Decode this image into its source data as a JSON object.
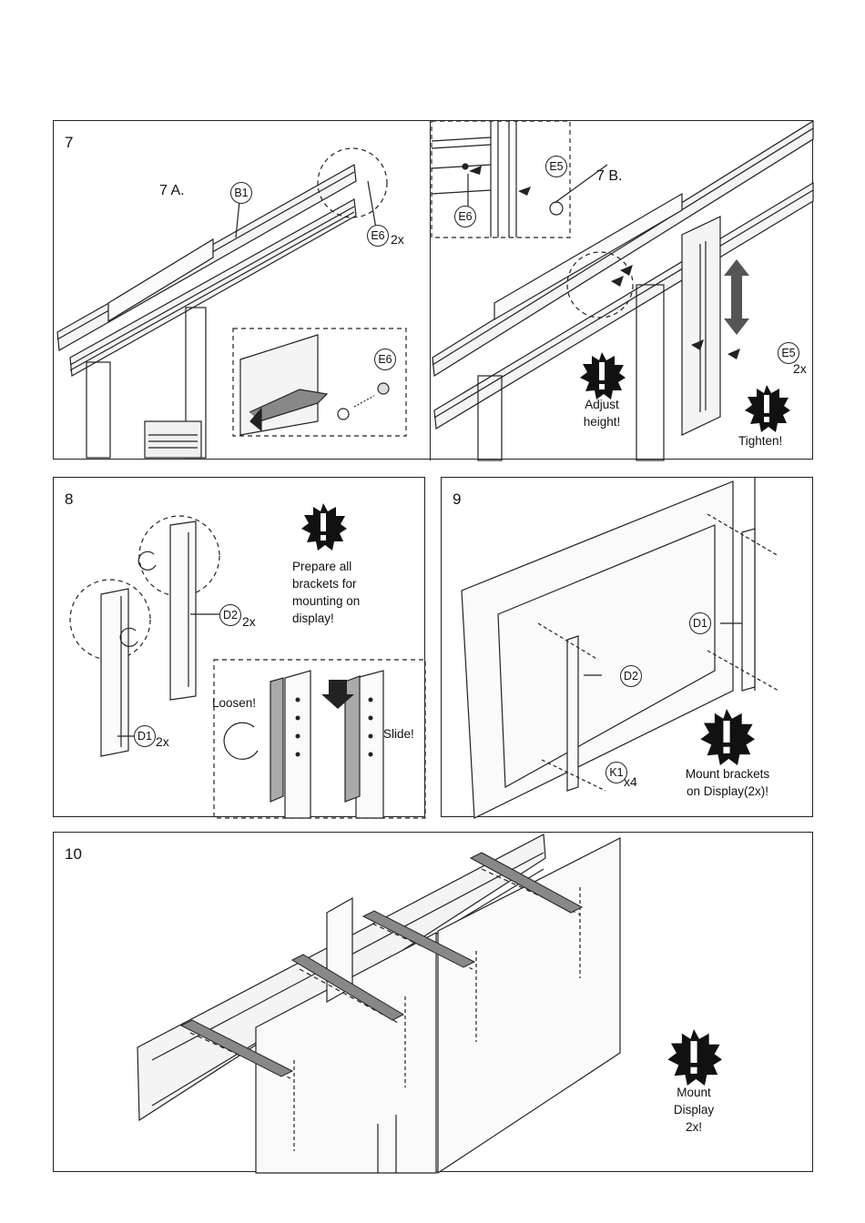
{
  "panel7": {
    "step": "7",
    "sub_a": "7 A.",
    "sub_b": "7 B.",
    "parts": {
      "b1": "B1",
      "e6_main": "E6",
      "e6_inset": "E6",
      "e6_top": "E6",
      "e5_top": "E5",
      "e5_main": "E5"
    },
    "qty": {
      "e6": "2x",
      "e5": "2x"
    },
    "notes": {
      "adjust_1": "Adjust",
      "adjust_2": "height!",
      "tighten": "Tighten!"
    }
  },
  "panel8": {
    "step": "8",
    "parts": {
      "d2": "D2",
      "d1": "D1"
    },
    "qty": {
      "d2": "2x",
      "d1": "2x"
    },
    "notes": {
      "prepare_1": "Prepare all",
      "prepare_2": "brackets for",
      "prepare_3": "mounting on",
      "prepare_4": "display!",
      "loosen": "Loosen!",
      "slide": "Slide!"
    }
  },
  "panel9": {
    "step": "9",
    "parts": {
      "d1": "D1",
      "d2": "D2",
      "k1": "K1"
    },
    "qty": {
      "k1": "x4"
    },
    "notes": {
      "mount_1": "Mount brackets",
      "mount_2": "on Display(2x)!"
    }
  },
  "panel10": {
    "step": "10",
    "notes": {
      "mount_1": "Mount",
      "mount_2": "Display",
      "mount_3": "2x!"
    }
  },
  "icons": {
    "warning": "warning-starburst-icon",
    "arrow": "direction-arrow-icon",
    "rotate": "rotate-arrow-icon"
  }
}
